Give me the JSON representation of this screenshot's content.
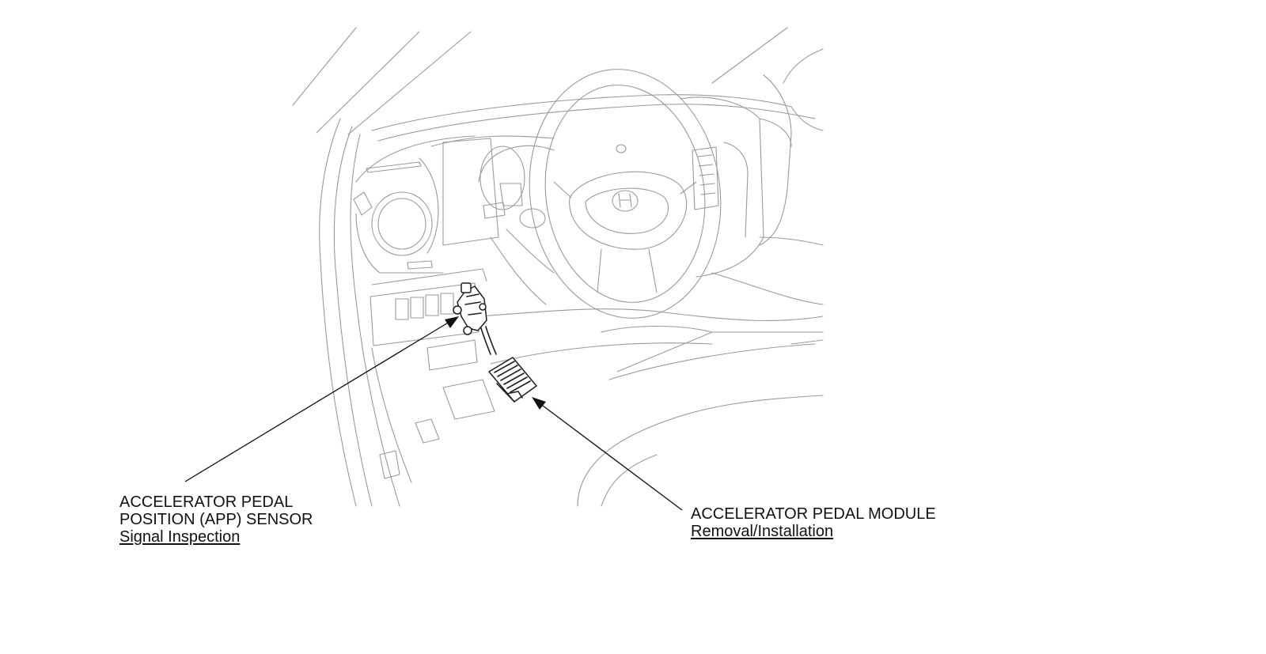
{
  "callouts": {
    "app_sensor": {
      "line1": "ACCELERATOR PEDAL",
      "line2": "POSITION (APP) SENSOR",
      "link": "Signal Inspection"
    },
    "pedal_module": {
      "line1": "ACCELERATOR PEDAL MODULE",
      "link": "Removal/Installation"
    }
  },
  "colors": {
    "ink": "#111111",
    "linework": "#9a9a9a",
    "background": "#ffffff"
  }
}
